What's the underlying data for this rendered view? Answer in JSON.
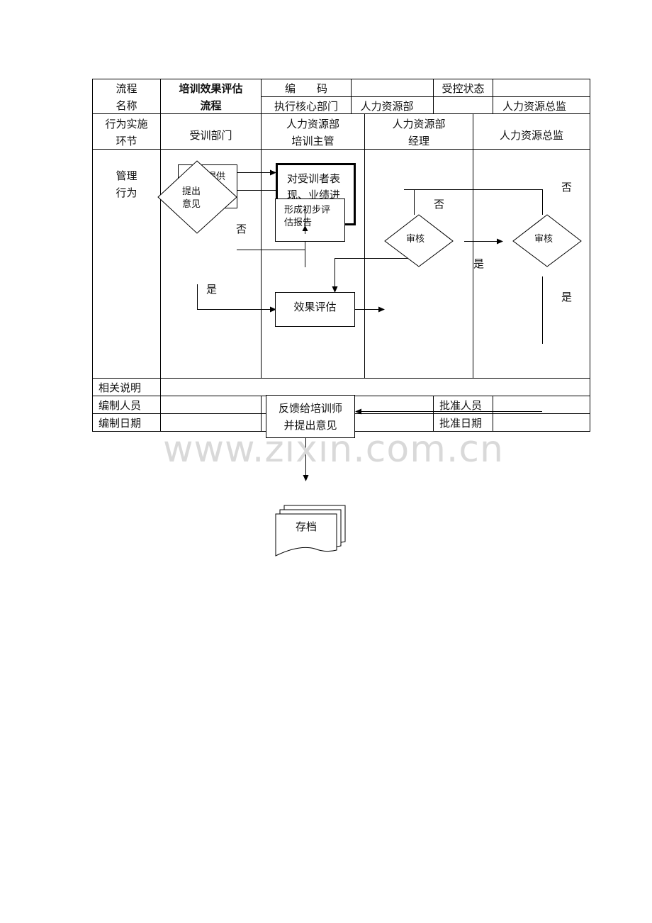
{
  "header": {
    "process_label_1": "流程",
    "process_label_2": "名称",
    "process_name_1": "培训效果评估",
    "process_name_2": "流程",
    "code_label": "编　　码",
    "code_value": "",
    "control_label": "受控状态",
    "control_value": "",
    "core_dept_label": "执行核心部门",
    "core_dept_value": "人力资源部",
    "core_dept_blank": "",
    "core_dept_director": "人力资源总监"
  },
  "columns": {
    "stage_1": "行为实施",
    "stage_2": "环节",
    "trainee_dept": "受训部门",
    "hr_supervisor_1": "人力资源部",
    "hr_supervisor_2": "培训主管",
    "hr_manager_1": "人力资源部",
    "hr_manager_2": "经理",
    "hr_director": "人力资源总监"
  },
  "row_label": {
    "line1": "管理",
    "line2": "行为"
  },
  "flow": {
    "box_behind_diamond": "提供",
    "diamond_opinion_1": "提出",
    "diamond_opinion_2": "意见",
    "evaluate_box_1": "对受训者表",
    "evaluate_box_2": "现、业绩进",
    "initial_report_1": "形成初步评",
    "initial_report_2": "估报告",
    "review_manager": "审核",
    "review_director": "审核",
    "effect_eval": "效果评估",
    "feedback_1": "反馈给培训师",
    "feedback_2": "并提出意见",
    "archive": "存档",
    "no_1": "否",
    "no_2": "否",
    "no_3": "否",
    "yes_1": "是",
    "yes_2": "是",
    "yes_3": "是"
  },
  "footer": {
    "notes_label": "相关说明",
    "compiler_label": "编制人员",
    "compile_date_label": "编制日期",
    "approver_label": "批准人员",
    "approve_date_label": "批准日期"
  },
  "watermark": "www.zixin.com.cn"
}
